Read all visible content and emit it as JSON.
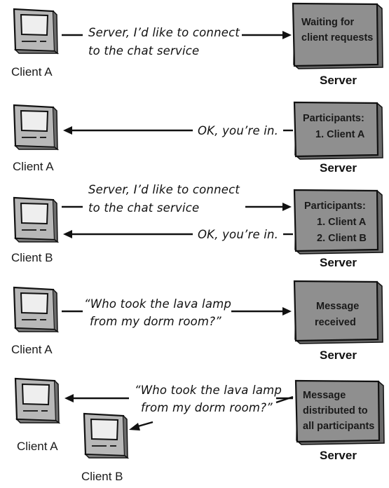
{
  "colors": {
    "ink": "#111111",
    "box_fill": "#8f8f8f",
    "computer_fill": "#b8b8b8"
  },
  "scenes": [
    {
      "client_label": "Client A",
      "message_lines": [
        "Server, I’d like to connect",
        "to the chat service"
      ],
      "server_box_lines": [
        "Waiting for",
        "client requests"
      ],
      "server_label": "Server"
    },
    {
      "client_label": "Client A",
      "reply": "OK, you’re in.",
      "server_box_lines": [
        "Participants:",
        "1. Client A"
      ],
      "server_label": "Server"
    },
    {
      "client_label": "Client B",
      "message_lines": [
        "Server, I’d like to connect",
        "to the chat service"
      ],
      "reply": "OK, you’re in.",
      "server_box_lines": [
        "Participants:",
        "1. Client A",
        "2. Client B"
      ],
      "server_label": "Server"
    },
    {
      "client_label": "Client A",
      "message_lines": [
        "“Who took the lava lamp",
        "from my dorm room?”"
      ],
      "server_box_lines": [
        "Message",
        "received"
      ],
      "server_label": "Server"
    },
    {
      "client_labels": [
        "Client A",
        "Client B"
      ],
      "message_lines": [
        "“Who took the lava lamp",
        "from my dorm room?”"
      ],
      "server_box_lines": [
        "Message",
        "distributed to",
        "all participants"
      ],
      "server_label": "Server"
    }
  ]
}
